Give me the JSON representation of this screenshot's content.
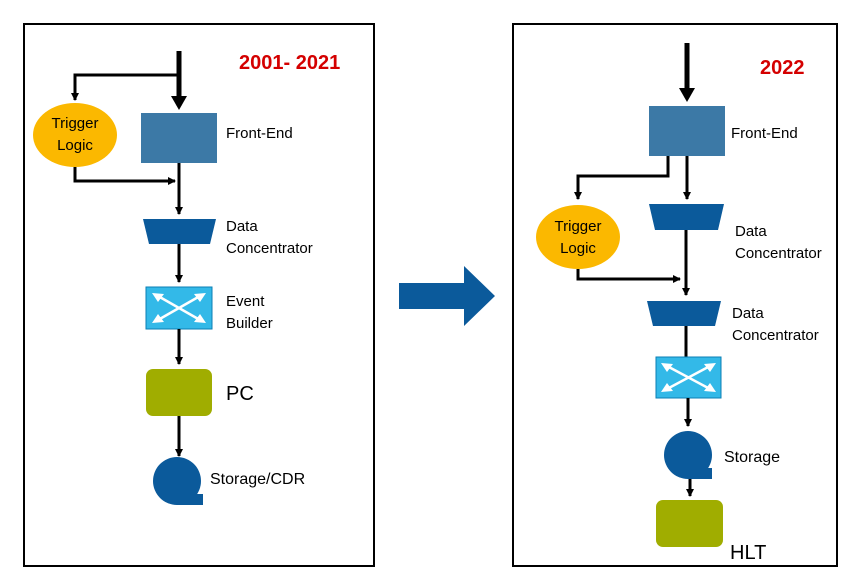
{
  "left_panel": {
    "year": "2001- 2021",
    "trigger": [
      "Trigger",
      "Logic"
    ],
    "front_end": "Front-End",
    "concentrator": [
      "Data",
      "Concentrator"
    ],
    "event_builder": [
      "Event",
      "Builder"
    ],
    "pc": "PC",
    "storage": "Storage/CDR"
  },
  "right_panel": {
    "year": "2022",
    "front_end": "Front-End",
    "trigger": [
      "Trigger",
      "Logic"
    ],
    "concentrator_1": [
      "Data",
      "Concentrator"
    ],
    "concentrator_2": [
      "Data",
      "Concentrator"
    ],
    "storage": "Storage",
    "hlt": "HLT"
  },
  "colors": {
    "trigger": "#fbb800",
    "front_end": "#3c79a6",
    "concentrator": "#0b5a9b",
    "switch": "#33b9e8",
    "pc": "#a0ad00",
    "storage": "#0b5a9b",
    "transition_arrow": "#0b5a9b",
    "year": "#d40000"
  }
}
